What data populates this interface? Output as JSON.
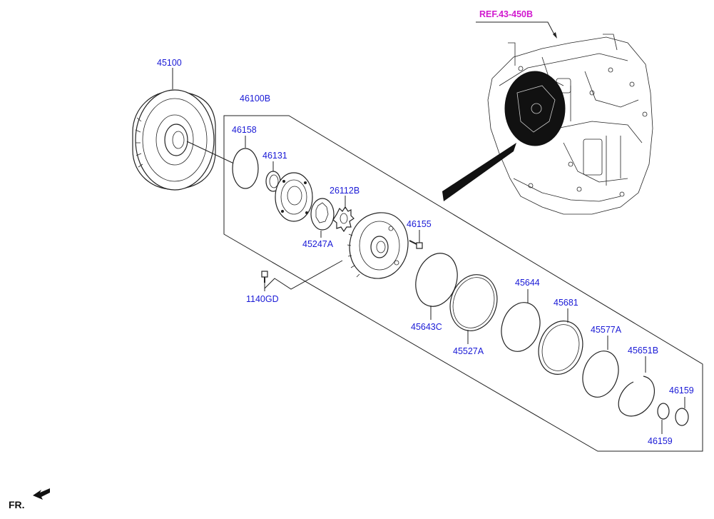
{
  "reference": {
    "label": "REF.43-450B"
  },
  "parts": [
    {
      "id": "45100"
    },
    {
      "id": "46100B"
    },
    {
      "id": "46158"
    },
    {
      "id": "46131"
    },
    {
      "id": "26112B"
    },
    {
      "id": "45247A"
    },
    {
      "id": "46155"
    },
    {
      "id": "1140GD"
    },
    {
      "id": "45643C"
    },
    {
      "id": "45527A"
    },
    {
      "id": "45644"
    },
    {
      "id": "45681"
    },
    {
      "id": "45577A"
    },
    {
      "id": "45651B"
    },
    {
      "id": "46159"
    },
    {
      "id": "46159"
    }
  ],
  "direction": {
    "label": "FR."
  },
  "colors": {
    "label": "#1a1ad6",
    "reference": "#d11acf",
    "line": "#222222"
  }
}
